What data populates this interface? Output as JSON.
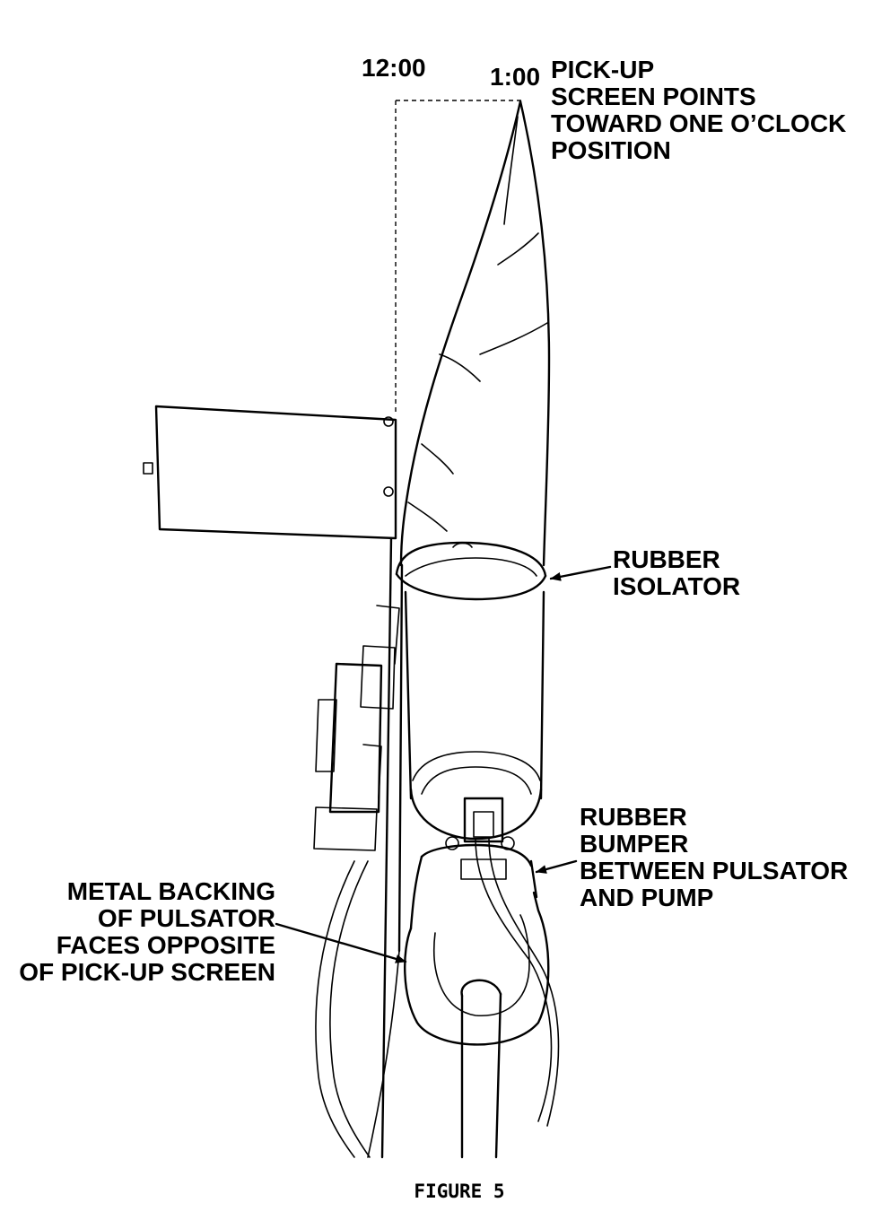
{
  "diagram": {
    "labels": {
      "clock_12": "12:00",
      "clock_1": "1:00",
      "pickup": [
        "PICK-UP",
        "SCREEN POINTS",
        "TOWARD ONE O’CLOCK",
        "POSITION"
      ],
      "isolator": [
        "RUBBER",
        "ISOLATOR"
      ],
      "bumper": [
        "RUBBER",
        "BUMPER",
        "BETWEEN PULSATOR",
        "AND PUMP"
      ],
      "metal": [
        "METAL BACKING",
        "OF PULSATOR",
        "FACES OPPOSITE",
        "OF PICK-UP SCREEN"
      ]
    },
    "caption": "FIGURE 5"
  }
}
